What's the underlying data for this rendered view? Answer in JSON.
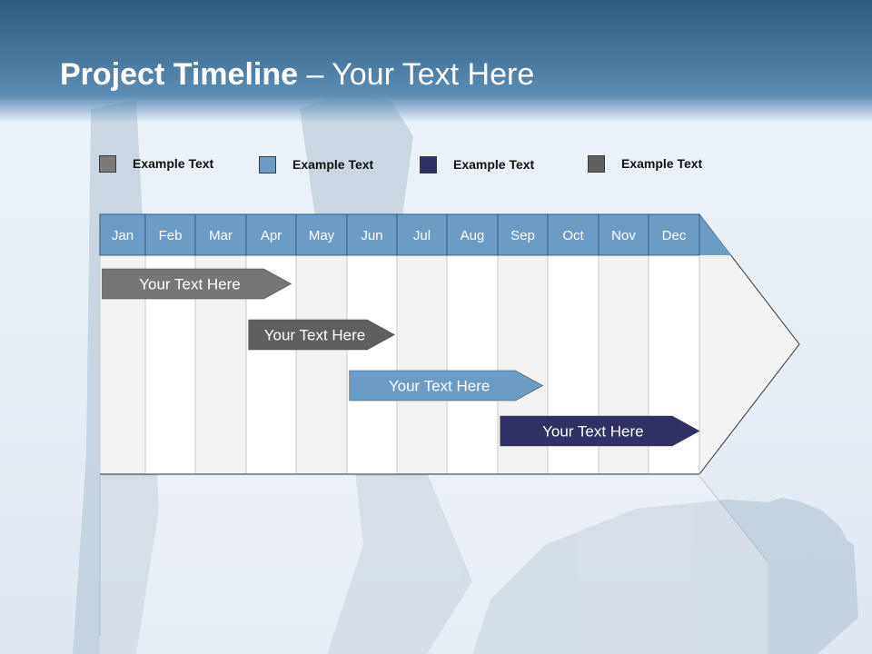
{
  "slide": {
    "title_bold": "Project Timeline",
    "title_rest": " – Your Text Here"
  },
  "colors": {
    "header": "#3e6f97",
    "month_header": "#6a9cc6",
    "column_odd": "#f2f2f2",
    "column_even": "#ffffff",
    "gray": "#767676",
    "dark_gray": "#5f5f5f",
    "light_blue": "#6a9cc6",
    "navy": "#2f3063"
  },
  "legend": [
    {
      "label": "Example Text",
      "color": "#7a7a7a"
    },
    {
      "label": "Example Text",
      "color": "#6a9cc6"
    },
    {
      "label": "Example Text",
      "color": "#2f3063"
    },
    {
      "label": "Example Text",
      "color": "#5f5f5f"
    }
  ],
  "timeline": {
    "months": [
      "Jan",
      "Feb",
      "Mar",
      "Apr",
      "May",
      "Jun",
      "Jul",
      "Aug",
      "Sep",
      "Oct",
      "Nov",
      "Dec"
    ],
    "tasks": [
      {
        "label": "Your  Text Here",
        "start_month": 0.05,
        "end_month": 3.9,
        "color": "#767676"
      },
      {
        "label": "Your  Text Here",
        "start_month": 3.05,
        "end_month": 5.95,
        "color": "#5f5f5f"
      },
      {
        "label": "Your  Text Here",
        "start_month": 5.05,
        "end_month": 8.9,
        "color": "#6a9cc6"
      },
      {
        "label": "Your  Text Here",
        "start_month": 8.05,
        "end_month": 12.0,
        "color": "#2f3063"
      }
    ]
  }
}
